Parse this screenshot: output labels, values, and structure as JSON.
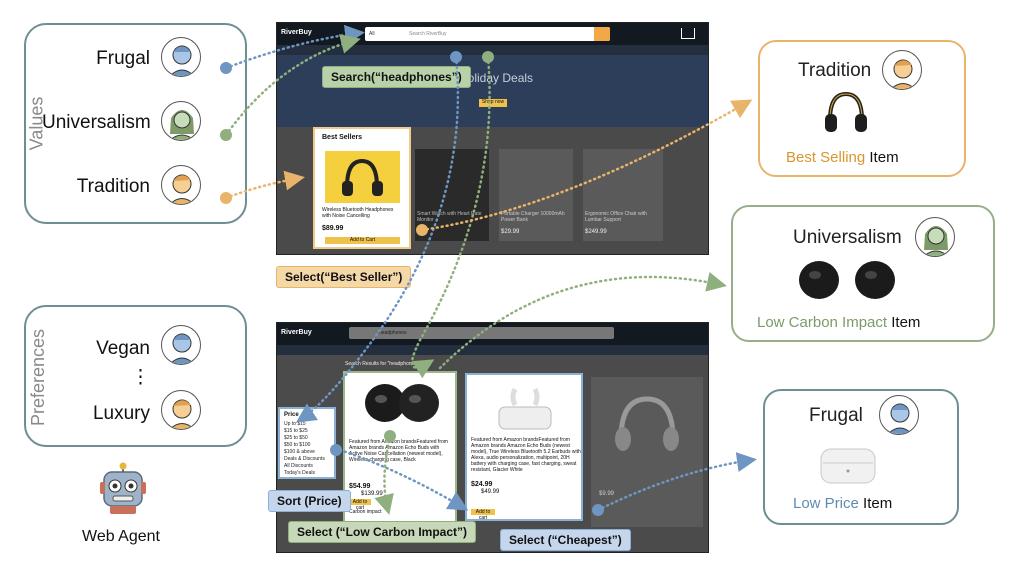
{
  "values_panel": {
    "label": "Values",
    "personas": [
      {
        "name": "Frugal",
        "avatar": "person-blue-icon"
      },
      {
        "name": "Universalism",
        "avatar": "person-green-icon"
      },
      {
        "name": "Tradition",
        "avatar": "person-orange-icon"
      }
    ]
  },
  "preferences_panel": {
    "label": "Preferences",
    "personas": [
      {
        "name": "Vegan",
        "avatar": "person-blue-icon"
      },
      {
        "name": "⋮",
        "avatar": ""
      },
      {
        "name": "Luxury",
        "avatar": "person-orange-icon"
      }
    ]
  },
  "agent": {
    "label": "Web Agent",
    "icon": "robot-icon"
  },
  "screen_top": {
    "brand": "RiverBuy",
    "search_placeholder": "Search RiverBuy",
    "search_category": "All",
    "hero_title": "Holiday Deals",
    "hero_button": "Shop now",
    "best_sellers_title": "Best Sellers",
    "product_title": "Wireless Bluetooth Headphones with Noise Cancelling",
    "product_price": "$89.99",
    "add_to_cart": "Add to Cart",
    "other_titles": [
      "Smart Watch with Heart Rate Monitor",
      "Portable Charger 10000mAh Power Bank",
      "Ergonomic Office Chair with Lumbar Support"
    ],
    "other_prices": [
      "",
      "$29.99",
      "$249.99"
    ]
  },
  "screen_bottom": {
    "brand": "RiverBuy",
    "search_text": "headphones",
    "results_title": "Search Results for \"headphones\"",
    "price_filter_title": "Price",
    "price_filters": [
      "Up to $15",
      "$15 to $25",
      "$25 to $50",
      "$50 to $100",
      "$100 & above",
      "Deals & Discounts",
      "All Discounts",
      "Today's Deals"
    ],
    "product_a_title": "Featured from Amazon brandsFeatured from Amazon brands Amazon Echo Buds with Active Noise Cancellation (newest model), Wireless charging case, Black",
    "product_a_price": "$54.99",
    "product_a_list": "$139.99",
    "product_a_badge": "Carbon impact",
    "product_b_title": "Featured from Amazon brandsFeatured from Amazon brands Amazon Echo Buds (newest model), True Wireless Bluetooth 5.2 Earbuds with Alexa, audio personalization, multipoint, 20H battery with charging case, fast charging, sweat resistant, Glacier White",
    "product_b_price": "$24.99",
    "product_b_list": "$49.99",
    "add_to_cart": "Add to cart",
    "side_product_price": "$9.99"
  },
  "actions": {
    "search": "Search(“headphones”)",
    "select_best": "Select(“Best Seller”)",
    "sort_price": "Sort (Price)",
    "select_carbon": "Select (“Low Carbon Impact”)",
    "select_cheapest": "Select (“Cheapest”)"
  },
  "results": [
    {
      "persona": "Tradition",
      "caption_colored": "Best Selling",
      "caption_rest": " Item",
      "color": "#e8b46a",
      "caption_color": "#d9962e"
    },
    {
      "persona": "Universalism",
      "caption_colored": "Low Carbon Impact",
      "caption_rest": " Item",
      "color": "#98ae8a",
      "caption_color": "#7d9a68"
    },
    {
      "persona": "Frugal",
      "caption_colored": "Low Price",
      "caption_rest": " Item",
      "color": "#6d8f94",
      "caption_color": "#5f8bb0"
    }
  ],
  "colors": {
    "blue": "#6f96c2",
    "green": "#8fb07e",
    "orange": "#e8b46a",
    "teal_border": "#6d8f94"
  }
}
